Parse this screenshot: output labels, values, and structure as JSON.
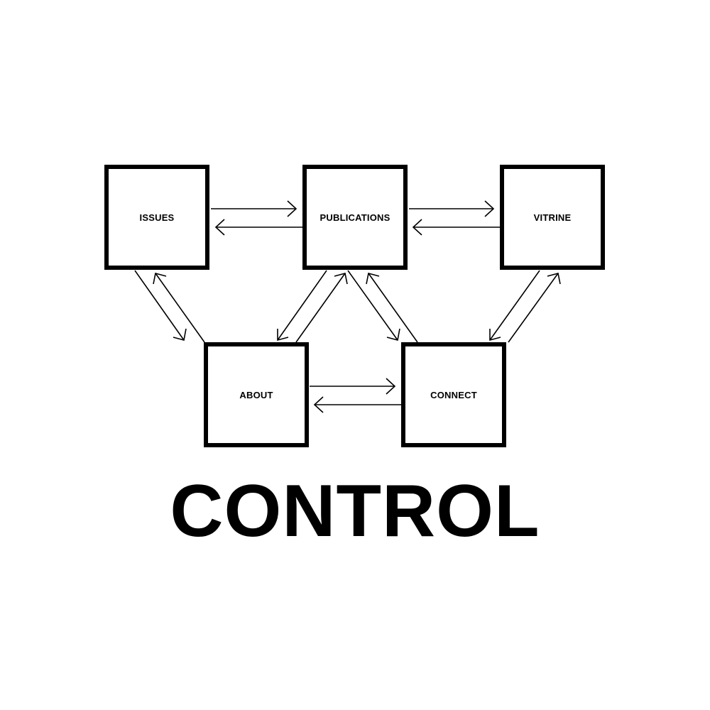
{
  "nodes": {
    "issues": "ISSUES",
    "publications": "PUBLICATIONS",
    "vitrine": "VITRINE",
    "about": "ABOUT",
    "connect": "CONNECT"
  },
  "title": "CONTROL",
  "colors": {
    "stroke": "#000000",
    "background": "#ffffff"
  }
}
